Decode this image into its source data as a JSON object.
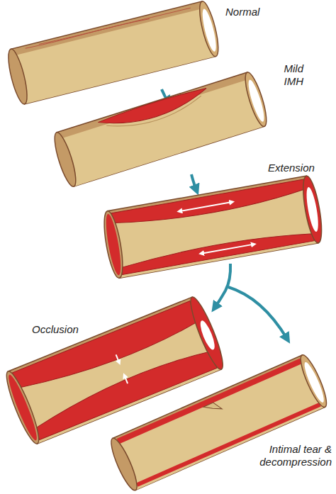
{
  "diagram": {
    "labels": [
      "Normal",
      "Mild IMH",
      "Extension",
      "Occlusion",
      "Intimal tear & decompression"
    ]
  }
}
